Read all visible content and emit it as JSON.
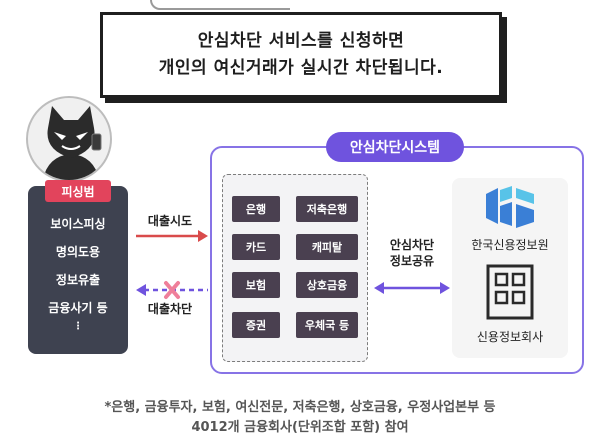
{
  "banner": {
    "line1": "안심차단 서비스를 신청하면",
    "line2": "개인의 여신거래가 실시간 차단됩니다."
  },
  "phisher": {
    "title": "피싱범",
    "items": [
      "보이스피싱",
      "명의도용",
      "정보유출",
      "금융사기 등"
    ],
    "dots": "⋮"
  },
  "arrows": {
    "loan_attempt": "대출시도",
    "loan_block": "대출차단",
    "share": [
      "안심차단",
      "정보공유"
    ]
  },
  "system": {
    "title": "안심차단시스템",
    "institutions": [
      "은행",
      "저축은행",
      "카드",
      "캐피탈",
      "보험",
      "상호금융",
      "증권",
      "우체국 등"
    ]
  },
  "right": {
    "kcis_label": "한국신용정보원",
    "company_label": "신용정보회사"
  },
  "footnote": {
    "line1": "*은행, 금융투자, 보험, 여신전문, 저축은행, 상호금융, 우정사업본부 등",
    "line2": "4012개 금융회사(단위조합 포함) 참여"
  },
  "colors": {
    "accent_purple": "#6f53de",
    "phisher_red": "#e2445c",
    "panel_dark": "#3e4250",
    "chip_dark": "#4a4050",
    "kcis_blue": "#3a7fd6",
    "kcis_cyan": "#58c3e8"
  }
}
